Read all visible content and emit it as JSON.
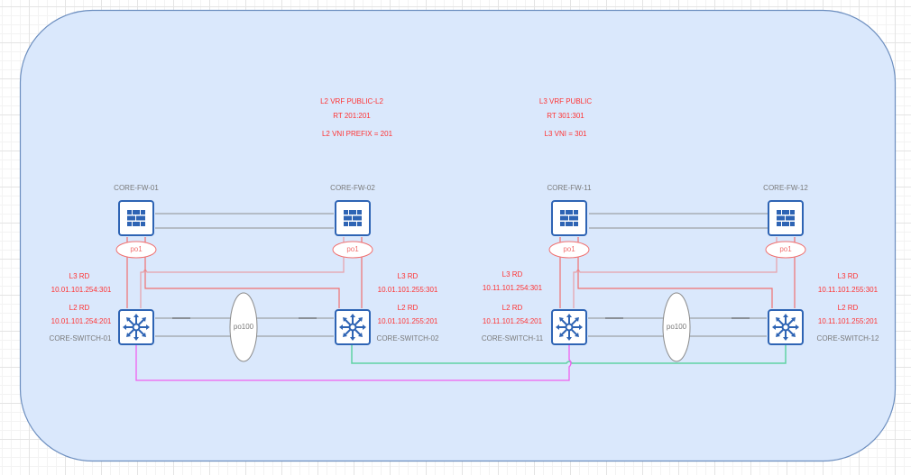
{
  "diagram": {
    "type": "network-topology",
    "colors": {
      "container_fill": "#dae8fc",
      "container_stroke": "#6c8ebf",
      "device_stroke": "#2e64b4",
      "label_red": "#ff3333",
      "label_gray": "#7a7a7a",
      "link_gray": "#a8adb4",
      "link_red": "#f07070",
      "link_green": "#5fd3a3",
      "link_magenta": "#f060f0"
    },
    "vrf_left": {
      "title": "L2 VRF PUBLIC-L2",
      "rt": "RT 201:201",
      "vni": "L2 VNI PREFIX = 201"
    },
    "vrf_right": {
      "title": "L3 VRF PUBLIC",
      "rt": "RT 301:301",
      "vni": "L3 VNI = 301"
    },
    "firewalls": [
      {
        "name": "CORE-FW-01",
        "bundle": "po1",
        "icon": "firewall-icon"
      },
      {
        "name": "CORE-FW-02",
        "bundle": "po1",
        "icon": "firewall-icon"
      },
      {
        "name": "CORE-FW-11",
        "bundle": "po1",
        "icon": "firewall-icon"
      },
      {
        "name": "CORE-FW-12",
        "bundle": "po1",
        "icon": "firewall-icon"
      }
    ],
    "switches": [
      {
        "name": "CORE-SWITCH-01",
        "l3_rd_label": "L3 RD",
        "l3_rd": "10.01.101.254:301",
        "l2_rd_label": "L2 RD",
        "l2_rd": "10.01.101.254:201",
        "icon": "layer3-switch-icon"
      },
      {
        "name": "CORE-SWITCH-02",
        "l3_rd_label": "L3 RD",
        "l3_rd": "10.01.101.255:301",
        "l2_rd_label": "L2 RD",
        "l2_rd": "10.01.101.255:201",
        "icon": "layer3-switch-icon"
      },
      {
        "name": "CORE-SWITCH-11",
        "l3_rd_label": "L3 RD",
        "l3_rd": "10.11.101.254:301",
        "l2_rd_label": "L2 RD",
        "l2_rd": "10.11.101.254:201",
        "icon": "layer3-switch-icon"
      },
      {
        "name": "CORE-SWITCH-12",
        "l3_rd_label": "L3 RD",
        "l3_rd": "10.11.101.255:301",
        "l2_rd_label": "L2 RD",
        "l2_rd": "10.11.101.255:201",
        "icon": "layer3-switch-icon"
      }
    ],
    "peer_links": [
      {
        "label": "po100",
        "between": [
          "CORE-SWITCH-01",
          "CORE-SWITCH-02"
        ]
      },
      {
        "label": "po100",
        "between": [
          "CORE-SWITCH-11",
          "CORE-SWITCH-12"
        ]
      }
    ],
    "inter_site_links": [
      {
        "color": "green",
        "between": [
          "CORE-SWITCH-02",
          "CORE-SWITCH-12"
        ]
      },
      {
        "color": "magenta",
        "between": [
          "CORE-SWITCH-01",
          "CORE-SWITCH-11"
        ]
      }
    ]
  }
}
